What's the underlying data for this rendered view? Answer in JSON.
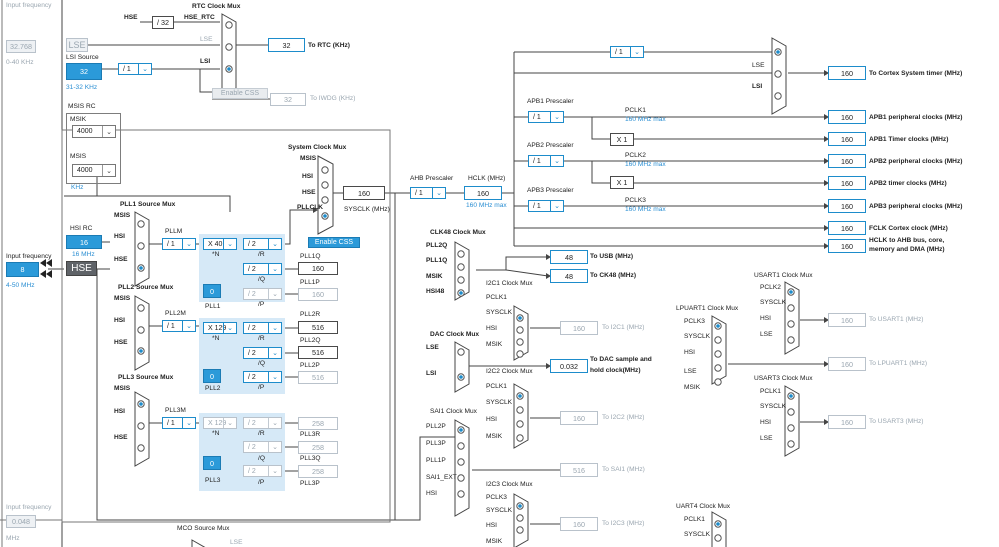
{
  "left": {
    "input_freq_label": "Input frequency",
    "lse_value": "32.768",
    "lse_range": "0-40 KHz",
    "lse": "LSE",
    "lsi_source": "LSI Source",
    "lsi_value": "32",
    "lsi_range": "31-32 KHz",
    "lsi_div": "/ 1",
    "msis_rc": "MSIS RC",
    "msik": "MSIK",
    "msik_value": "4000",
    "msis": "MSIS",
    "msis_value": "4000",
    "khz": "KHz",
    "hsi_rc": "HSI RC",
    "hsi_value": "16",
    "hsi_unit": "16 MHz",
    "hse_input_label": "Input frequency",
    "hse_input_value": "8",
    "hse_range": "4-50 MHz",
    "hse": "HSE",
    "input_freq_label2": "Input frequency",
    "bottom_value": "0.048",
    "mhz": "MHz"
  },
  "rtc": {
    "hse": "HSE",
    "div32": "/ 32",
    "hse_rtc": "HSE_RTC",
    "title": "RTC Clock Mux",
    "lse": "LSE",
    "lsi": "LSI",
    "value": "32",
    "to": "To RTC (KHz)",
    "enable_css": "Enable CSS",
    "iwdg_value": "32",
    "iwdg_to": "To IWDG (KHz)"
  },
  "pll1": {
    "title": "PLL1 Source Mux",
    "inputs": [
      "MSIS",
      "HSI",
      "HSE"
    ],
    "m_label": "PLLM",
    "m": "/ 1",
    "n": "X 40",
    "n_label": "*N",
    "p_div": "/ 2",
    "r": "/ 2",
    "r_label": "/R",
    "q": "/ 2",
    "q_label": "/Q",
    "p": "/ 2",
    "p_label": "/P",
    "frac": "0",
    "name": "PLL1",
    "q_out_label": "PLL1Q",
    "q_out": "160",
    "p_out_label": "PLL1P",
    "p_out": "160"
  },
  "pll2": {
    "title": "PLL2 Source Mux",
    "inputs": [
      "MSIS",
      "HSI",
      "HSE"
    ],
    "m_label": "PLL2M",
    "m": "/ 1",
    "n": "X 129",
    "n_label": "*N",
    "r": "/ 2",
    "r_label": "/R",
    "q": "/ 2",
    "q_label": "/Q",
    "p": "/ 2",
    "p_label": "/P",
    "frac": "0",
    "name": "PLL2",
    "r_out_label": "PLL2R",
    "r_out": "516",
    "q_out_label": "PLL2Q",
    "q_out": "516",
    "p_out_label": "PLL2P",
    "p_out": "516"
  },
  "pll3": {
    "title": "PLL3 Source Mux",
    "inputs": [
      "MSIS",
      "HSI",
      "HSE"
    ],
    "m_label": "PLL3M",
    "m": "/ 1",
    "n": "X 129",
    "n_label": "*N",
    "r": "/ 2",
    "r_label": "/R",
    "q": "/ 2",
    "q_label": "/Q",
    "p": "/ 2",
    "p_label": "/P",
    "frac": "0",
    "name": "PLL3",
    "r_out_label": "PLL3R",
    "r_out": "258",
    "q_out_label": "PLL3Q",
    "q_out": "258",
    "p_out_label": "PLL3P",
    "p_out": "258"
  },
  "sysclk": {
    "title": "System Clock Mux",
    "inputs": [
      "MSIS",
      "HSI",
      "HSE",
      "PLLCLK"
    ],
    "value": "160",
    "label": "SYSCLK (MHz)",
    "enable_css": "Enable CSS"
  },
  "ahb": {
    "prescaler_label": "AHB Prescaler",
    "prescaler": "/ 1",
    "hclk_label": "HCLK (MHz)",
    "hclk": "160",
    "hclk_max": "160 MHz max"
  },
  "cortex": {
    "div": "/ 1",
    "lse": "LSE",
    "lsi": "LSI",
    "value": "160",
    "label": "To Cortex System timer (MHz)"
  },
  "apb1": {
    "prescaler_label": "APB1 Prescaler",
    "prescaler": "/ 1",
    "pclk_label": "PCLK1",
    "pclk_max": "160 MHz max",
    "value": "160",
    "label": "APB1 peripheral clocks (MHz)",
    "x1": "X 1",
    "timer_value": "160",
    "timer_label": "APB1 Timer clocks (MHz)"
  },
  "apb2": {
    "prescaler_label": "APB2 Prescaler",
    "prescaler": "/ 1",
    "pclk_label": "PCLK2",
    "pclk_max": "160 MHz max",
    "value": "160",
    "label": "APB2 peripheral clocks (MHz)",
    "x1": "X 1",
    "timer_value": "160",
    "timer_label": "APB2 timer clocks (MHz)"
  },
  "apb3": {
    "prescaler_label": "APB3 Prescaler",
    "prescaler": "/ 1",
    "pclk_label": "PCLK3",
    "pclk_max": "160 MHz max",
    "value": "160",
    "label": "APB3 peripheral clocks (MHz)"
  },
  "fclk": {
    "value": "160",
    "label": "FCLK Cortex clock (MHz)"
  },
  "hclk_bus": {
    "value": "160",
    "label_l1": "HCLK to AHB bus, core,",
    "label_l2": "memory and DMA (MHz)"
  },
  "clk48": {
    "title": "CLK48 Clock Mux",
    "inputs": [
      "PLL2Q",
      "PLL1Q",
      "MSIK",
      "HSI48"
    ],
    "usb_value": "48",
    "usb_label": "To USB (MHz)",
    "ck48_value": "48",
    "ck48_label": "To CK48 (MHz)"
  },
  "i2c1": {
    "title": "I2C1 Clock Mux",
    "inputs": [
      "PCLK1",
      "SYSCLK",
      "HSI",
      "MSIK"
    ],
    "value": "160",
    "label": "To I2C1 (MHz)"
  },
  "dac": {
    "title": "DAC Clock Mux",
    "inputs": [
      "LSE",
      "LSI"
    ],
    "value": "0.032",
    "label_l1": "To DAC sample and",
    "label_l2": "hold clock(MHz)"
  },
  "i2c2": {
    "title": "I2C2 Clock Mux",
    "inputs": [
      "PCLK1",
      "SYSCLK",
      "HSI",
      "MSIK"
    ],
    "value": "160",
    "label": "To I2C2 (MHz)"
  },
  "sai1": {
    "title": "SAI1 Clock Mux",
    "inputs": [
      "PLL2P",
      "PLL3P",
      "PLL1P",
      "SAI1_EXT",
      "HSI"
    ],
    "value": "516",
    "label": "To SAI1 (MHz)"
  },
  "i2c3": {
    "title": "I2C3 Clock Mux",
    "inputs": [
      "PCLK3",
      "SYSCLK",
      "HSI",
      "MSIK"
    ],
    "value": "160",
    "label": "To I2C3 (MHz)"
  },
  "usart1": {
    "title": "USART1 Clock Mux",
    "inputs": [
      "PCLK2",
      "SYSCLK",
      "HSI",
      "LSE"
    ],
    "value": "160",
    "label": "To USART1 (MHz)"
  },
  "lpuart1": {
    "title": "LPUART1 Clock Mux",
    "inputs": [
      "PCLK3",
      "SYSCLK",
      "HSI",
      "LSE",
      "MSIK"
    ],
    "value": "160",
    "label": "To LPUART1 (MHz)"
  },
  "usart3": {
    "title": "USART3 Clock Mux",
    "inputs": [
      "PCLK1",
      "SYSCLK",
      "HSI",
      "LSE"
    ],
    "value": "160",
    "label": "To USART3 (MHz)"
  },
  "uart4": {
    "title": "UART4 Clock Mux",
    "inputs": [
      "PCLK1",
      "SYSCLK"
    ]
  },
  "mco": {
    "title": "MCO Source Mux",
    "input": "LSE"
  }
}
